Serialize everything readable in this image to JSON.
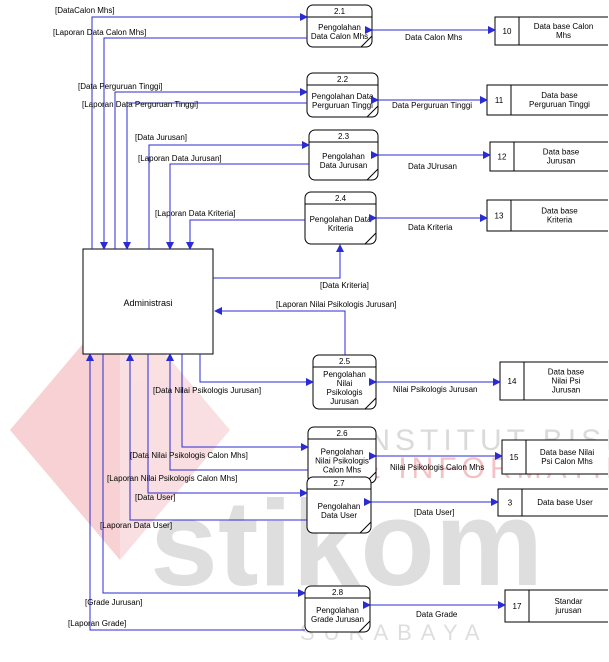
{
  "colors": {
    "line": "#2b2bd4",
    "box": "#000000",
    "watermark_red": "#f3c0c3",
    "watermark_gray": "#d6d6d6"
  },
  "watermark": {
    "lines": [
      "INSTITUT BISNIS",
      "& INFORMATIKA",
      "stikom",
      "SURABAYA"
    ]
  },
  "entity": {
    "label": "Administrasi"
  },
  "processes": [
    {
      "id": "2.1",
      "lines": [
        "Pengolahan",
        "Data Calon Mhs"
      ]
    },
    {
      "id": "2.2",
      "lines": [
        "Pengolahan Data",
        "Perguruan Tinggi"
      ]
    },
    {
      "id": "2.3",
      "lines": [
        "Pengolahan",
        "Data Jurusan"
      ]
    },
    {
      "id": "2.4",
      "lines": [
        "Pengolahan Data",
        "Kriteria"
      ]
    },
    {
      "id": "2.5",
      "lines": [
        "Pengolahan",
        "Nilai",
        "Psikologis",
        "Jurusan"
      ]
    },
    {
      "id": "2.6",
      "lines": [
        "Pengolahan",
        "Nilai Psikologis",
        "Calon Mhs"
      ]
    },
    {
      "id": "2.7",
      "lines": [
        "Pengolahan",
        "Data User"
      ]
    },
    {
      "id": "2.8",
      "lines": [
        "Pengolahan",
        "Grade Jurusan"
      ]
    }
  ],
  "stores": [
    {
      "num": "10",
      "lines": [
        "Data base Calon",
        "Mhs"
      ]
    },
    {
      "num": "11",
      "lines": [
        "Data base",
        "Perguruan Tinggi"
      ]
    },
    {
      "num": "12",
      "lines": [
        "Data base",
        "Jurusan"
      ]
    },
    {
      "num": "13",
      "lines": [
        "Data base",
        "Kriteria"
      ]
    },
    {
      "num": "14",
      "lines": [
        "Data base",
        "Nilai Psi",
        "Jurusan"
      ]
    },
    {
      "num": "15",
      "lines": [
        "Data base Nilai",
        "Psi Calon Mhs"
      ]
    },
    {
      "num": "3",
      "lines": [
        "Data base User"
      ]
    },
    {
      "num": "17",
      "lines": [
        "Standar",
        "jurusan"
      ]
    }
  ],
  "flows": [
    {
      "label": "[DataCalon Mhs]"
    },
    {
      "label": "[Laporan Data Calon Mhs]"
    },
    {
      "label": "Data Calon Mhs"
    },
    {
      "label": "[Data Perguruan Tinggi]"
    },
    {
      "label": "[Laporan Data Perguruan Tinggi]"
    },
    {
      "label": "Data Perguruan Tinggi"
    },
    {
      "label": "[Data Jurusan]"
    },
    {
      "label": "[Laporan Data Jurusan]"
    },
    {
      "label": "Data JUrusan"
    },
    {
      "label": "[Laporan Data Kriteria]"
    },
    {
      "label": "Data Kriteria"
    },
    {
      "label": "[Data Kriteria]"
    },
    {
      "label": "[Laporan Nilai Psikologis Jurusan]"
    },
    {
      "label": "[Data Nilai Psikologis Jurusan]"
    },
    {
      "label": "Nilai Psikologis Jurusan"
    },
    {
      "label": "[Data Nilai Psikologis Calon Mhs]"
    },
    {
      "label": "[Laporan Nilai Psikologis Calon Mhs]"
    },
    {
      "label": "Nilai Psikologis Calon Mhs"
    },
    {
      "label": "[Data User]"
    },
    {
      "label": "[Laporan Data User]"
    },
    {
      "label": "[Data User]"
    },
    {
      "label": "[Grade Jurusan]"
    },
    {
      "label": "[Laporan Grade]"
    },
    {
      "label": "Data Grade"
    }
  ]
}
